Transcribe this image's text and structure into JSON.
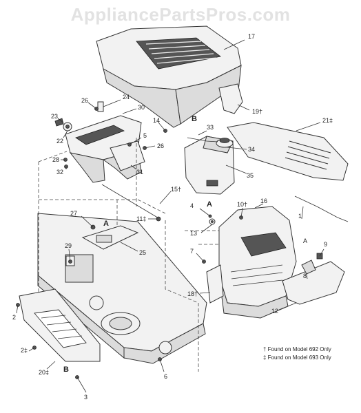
{
  "watermark": "AppliancePartsPros.com",
  "callouts": {
    "c1": "1",
    "c2a": "2",
    "c2b": "2‡",
    "c3": "3",
    "c4": "4",
    "c5": "5",
    "c6": "6",
    "c7": "7",
    "c8": "8",
    "c9": "9",
    "c10": "10†",
    "c11": "11‡",
    "c12": "12",
    "c13": "13",
    "c14": "14",
    "c15": "15†",
    "c16": "16",
    "c17": "17",
    "c18": "18†",
    "c19": "19†",
    "c20": "20‡",
    "c21": "21‡",
    "c22": "22",
    "c23": "23",
    "c24": "24",
    "c25": "25",
    "c26a": "26",
    "c26b": "26",
    "c27": "27",
    "c28": "28",
    "c29": "29",
    "c30": "30",
    "c31": "31",
    "c32": "32",
    "c33": "33",
    "c34": "34",
    "c35": "35"
  },
  "refs": {
    "a1": "A",
    "a2": "A",
    "a3": "A",
    "b1": "B",
    "b2": "B"
  },
  "notes": {
    "dagger": "† Found on Model 692 Only",
    "ddagger": "‡ Found on Model 693 Only"
  }
}
